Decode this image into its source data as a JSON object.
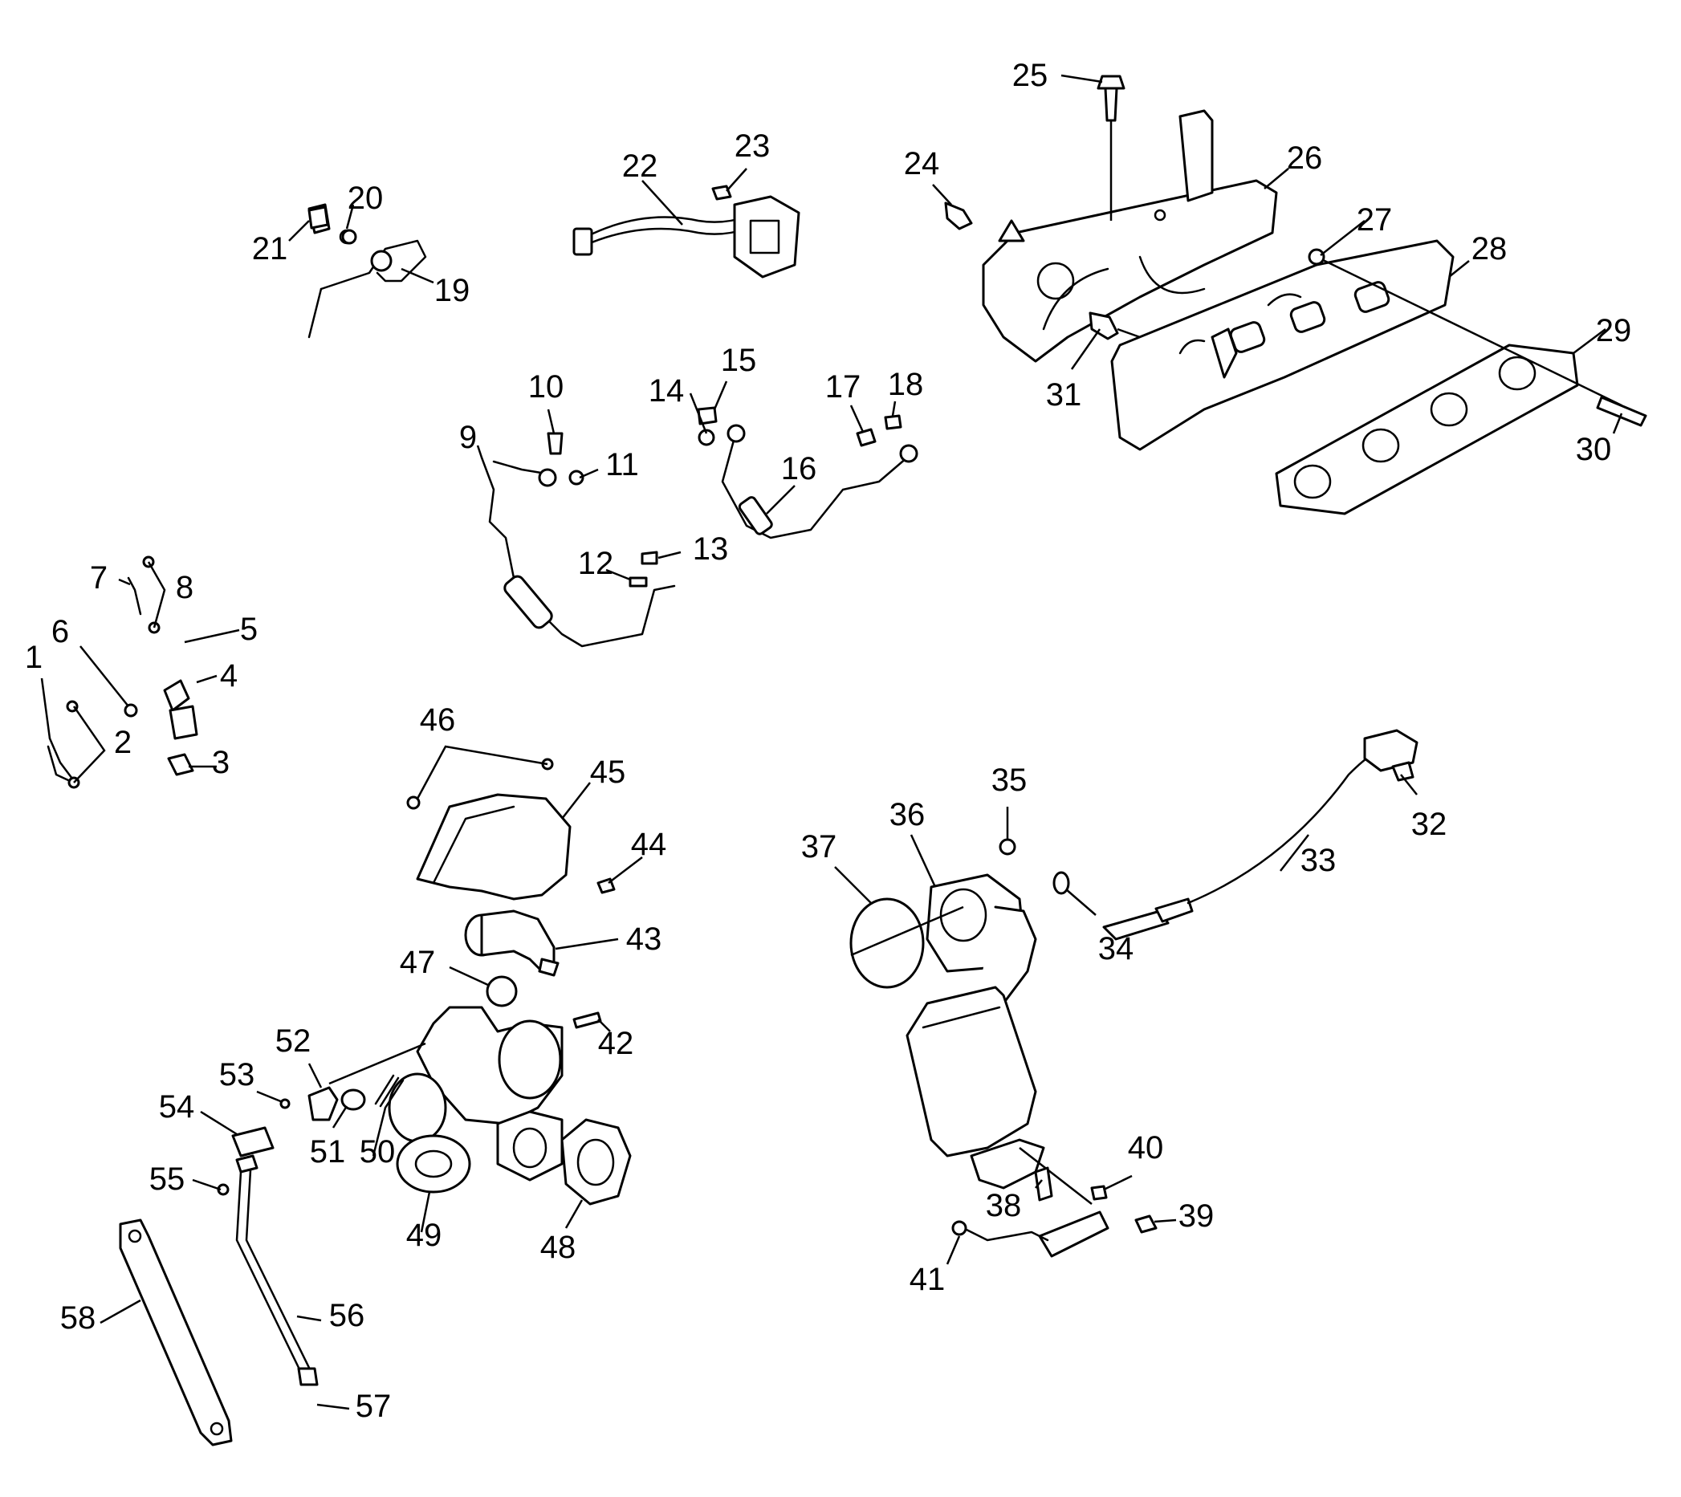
{
  "colors": {
    "ink": "#000000",
    "paper": "#ffffff",
    "shade": "#e6e6e6"
  },
  "callouts": [
    "1",
    "2",
    "3",
    "4",
    "5",
    "6",
    "7",
    "8",
    "9",
    "10",
    "11",
    "12",
    "13",
    "14",
    "15",
    "16",
    "17",
    "18",
    "19",
    "20",
    "21",
    "22",
    "23",
    "24",
    "25",
    "26",
    "27",
    "28",
    "29",
    "30",
    "31",
    "32",
    "33",
    "34",
    "35",
    "36",
    "37",
    "38",
    "39",
    "40",
    "41",
    "42",
    "43",
    "44",
    "45",
    "46",
    "47",
    "48",
    "49",
    "50",
    "51",
    "52",
    "53",
    "54",
    "55",
    "56",
    "57",
    "58"
  ]
}
